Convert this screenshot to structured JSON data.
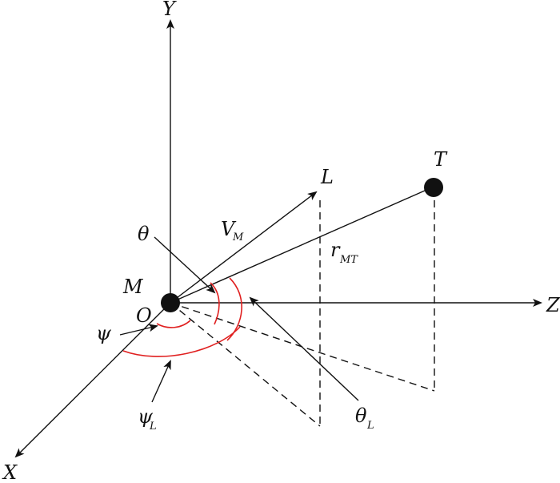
{
  "labels": {
    "y_axis": "Y",
    "z_axis": "Z",
    "x_axis": "X",
    "origin_m": "M",
    "origin_o": "O",
    "target": "T",
    "los": "L",
    "velocity_main": "V",
    "velocity_sub": "M",
    "range_main": "r",
    "range_sub": "MT",
    "theta": "θ",
    "psi": "ψ",
    "theta_l_main": "θ",
    "theta_l_sub": "L",
    "psi_l_main": "ψ",
    "psi_l_sub": "L"
  },
  "colors": {
    "lines": "#111111",
    "angle_arcs": "#e02020"
  }
}
